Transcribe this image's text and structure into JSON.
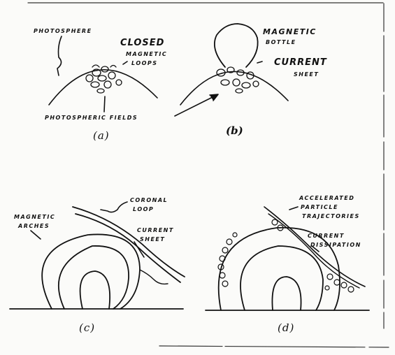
{
  "panels": {
    "a": {
      "caption": "(a)",
      "label_photosphere": "PHOTOSPHERE",
      "label_closed": "CLOSED",
      "label_magnetic_loops_1": "MAGNETIC",
      "label_magnetic_loops_2": "LOOPS",
      "label_photospheric_fields": "PHOTOSPHERIC FIELDS"
    },
    "b": {
      "caption": "(b)",
      "label_magnetic_bottle_1": "MAGNETIC",
      "label_magnetic_bottle_2": "BOTTLE",
      "label_current_sheet_1": "CURRENT",
      "label_current_sheet_2": "SHEET"
    },
    "c": {
      "caption": "(c)",
      "label_magnetic_arches_1": "MAGNETIC",
      "label_magnetic_arches_2": "ARCHES",
      "label_coronal_loop_1": "CORONAL",
      "label_coronal_loop_2": "LOOP",
      "label_current_sheet_1": "CURRENT",
      "label_current_sheet_2": "SHEET"
    },
    "d": {
      "caption": "(d)",
      "label_accelerated_1": "ACCELERATED",
      "label_accelerated_2": "PARTICLE",
      "label_accelerated_3": "TRAJECTORIES",
      "label_current_dissipation_1": "CURRENT",
      "label_current_dissipation_2": "DISSIPATION"
    }
  }
}
